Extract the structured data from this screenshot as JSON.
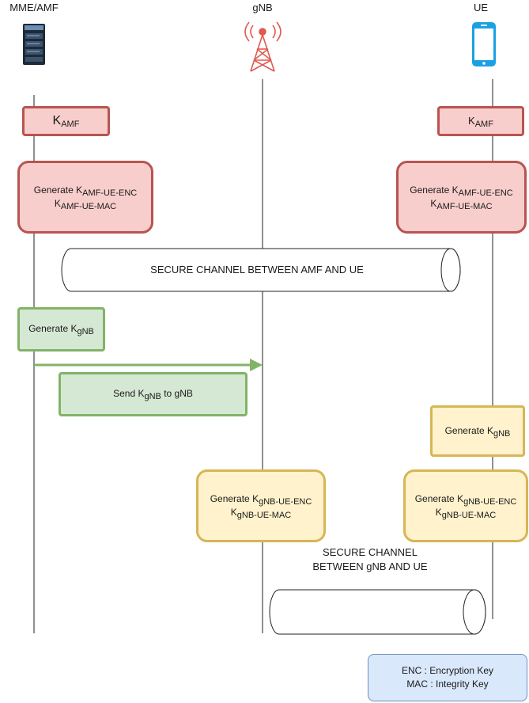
{
  "lanes": {
    "amf": "MME/AMF",
    "gnb": "gNB",
    "ue": "UE"
  },
  "icons": {
    "amf": "server-rack-icon",
    "gnb": "radio-tower-icon",
    "ue": "mobile-phone-icon"
  },
  "colors": {
    "red_fill": "#f8cecc",
    "red_stroke": "#b85450",
    "green_fill": "#d5e8d4",
    "green_stroke": "#82b366",
    "yellow_fill": "#fff2cc",
    "yellow_stroke": "#d6b656",
    "blue_fill": "#dae8fc",
    "blue_stroke": "#6c8ebf",
    "phone_blue": "#1ba1e2",
    "tower_red": "#e05a50"
  },
  "amf_kamf": {
    "base": "K",
    "sub": "AMF"
  },
  "ue_kamf": {
    "base": "K",
    "sub": "AMF"
  },
  "amf_gen_amf_keys": {
    "prefix": "Generate ",
    "k1": "K",
    "s1": "AMF-UE-ENC",
    "k2": "K",
    "s2": "AMF-UE-MAC"
  },
  "ue_gen_amf_keys": {
    "prefix": "Generate ",
    "k1": "K",
    "s1": "AMF-UE-ENC",
    "k2": "K",
    "s2": "AMF-UE-MAC"
  },
  "secure_channel_amf_ue": "SECURE CHANNEL BETWEEN AMF AND UE",
  "amf_gen_kgnb": {
    "prefix": "Generate ",
    "k": "K",
    "sub": "gNB"
  },
  "send_kgnb": {
    "prefix": "Send ",
    "k": "K",
    "sub": "gNB",
    "suffix": " to gNB"
  },
  "ue_gen_kgnb": {
    "prefix": "Generate ",
    "k": "K",
    "sub": "gNB"
  },
  "gnb_gen_keys": {
    "prefix": "Generate ",
    "k1": "K",
    "s1": "gNB-UE-ENC",
    "k2": "K",
    "s2": "gNB-UE-MAC"
  },
  "ue_gen_gnb_keys": {
    "prefix": "Generate ",
    "k1": "K",
    "s1": "gNB-UE-ENC",
    "k2": "K",
    "s2": "gNB-UE-MAC"
  },
  "secure_channel_gnb_ue": {
    "line1": "SECURE CHANNEL",
    "line2": "BETWEEN gNB AND UE"
  },
  "legend": {
    "enc": "ENC : Encryption Key",
    "mac": "MAC : Integrity Key"
  }
}
